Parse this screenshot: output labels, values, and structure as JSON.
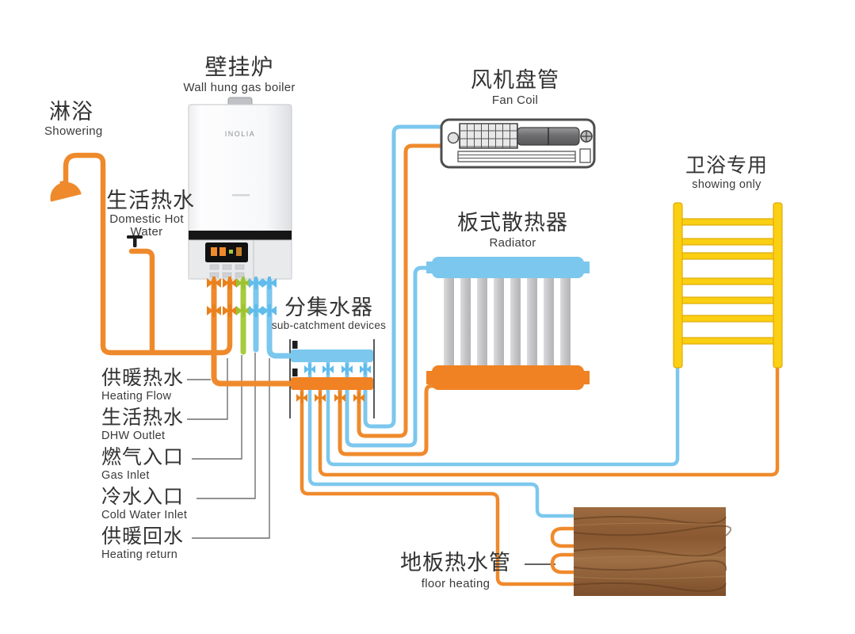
{
  "diagram": {
    "type": "heating-system-schematic",
    "colors": {
      "hot_pipe": "#EF8A2C",
      "cold_pipe": "#7CC7EE",
      "gas_pipe": "#A8CB3C",
      "towel_rail": "#FBCF12",
      "radiator_fin": "#C9C9CB"
    }
  },
  "labels": {
    "shower": {
      "zh": "淋浴",
      "en": "Showering"
    },
    "domestic_hot_water": {
      "zh": "生活热水",
      "en_line1": "Domestic Hot",
      "en_line2": "Water"
    },
    "boiler": {
      "zh": "壁挂炉",
      "en": "Wall hung gas boiler",
      "brand": "INOLIA"
    },
    "fan_coil": {
      "zh": "风机盘管",
      "en": "Fan Coil"
    },
    "radiator": {
      "zh": "板式散热器",
      "en": "Radiator"
    },
    "towel_warmer": {
      "zh": "卫浴专用",
      "en": "showing only"
    },
    "manifold": {
      "zh": "分集水器",
      "en": "sub-catchment devices"
    },
    "floor_heating": {
      "zh": "地板热水管",
      "en": "floor heating"
    }
  },
  "boiler_connections": [
    {
      "zh": "供暖热水",
      "en": "Heating Flow"
    },
    {
      "zh": "生活热水",
      "en": "DHW Outlet"
    },
    {
      "zh": "燃气入口",
      "en": "Gas Inlet"
    },
    {
      "zh": "冷水入口",
      "en": "Cold Water Inlet"
    },
    {
      "zh": "供暖回水",
      "en": "Heating return"
    }
  ]
}
